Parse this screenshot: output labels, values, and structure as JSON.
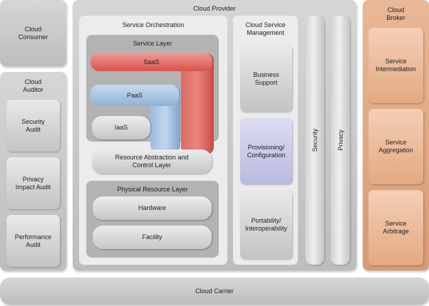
{
  "cloud_consumer": {
    "label": "Cloud\nConsumer"
  },
  "cloud_auditor": {
    "title": "Cloud\nAuditor",
    "items": [
      "Security\nAudit",
      "Privacy\nImpact Audit",
      "Performance\nAudit"
    ]
  },
  "cloud_provider": {
    "title": "Cloud Provider",
    "service_orchestration": {
      "title": "Service Orchestration",
      "service_layer": {
        "title": "Service Layer",
        "saas": "SaaS",
        "paas": "PaaS",
        "iaas": "IaaS"
      },
      "resource_abstraction": "Resource Abstraction and\nControl Layer",
      "physical_layer": {
        "title": "Physical Resource Layer",
        "hardware": "Hardware",
        "facility": "Facility"
      }
    },
    "service_management": {
      "title": "Cloud Service\nManagement",
      "items": [
        "Business\nSupport",
        "Provisioning/\nConfiguration",
        "Portability/\nInteroperability"
      ]
    },
    "security": "Security",
    "privacy": "Privacy"
  },
  "cloud_broker": {
    "title": "Cloud\nBroker",
    "items": [
      "Service\nIntermediation",
      "Service\nAggregation",
      "Service\nArbitrage"
    ]
  },
  "cloud_carrier": {
    "label": "Cloud Carrier"
  },
  "colors": {
    "saas": "#d9534a",
    "paas": "#8fb2d6",
    "provisioning": "#c8c9ea",
    "broker": "#e3a981"
  }
}
